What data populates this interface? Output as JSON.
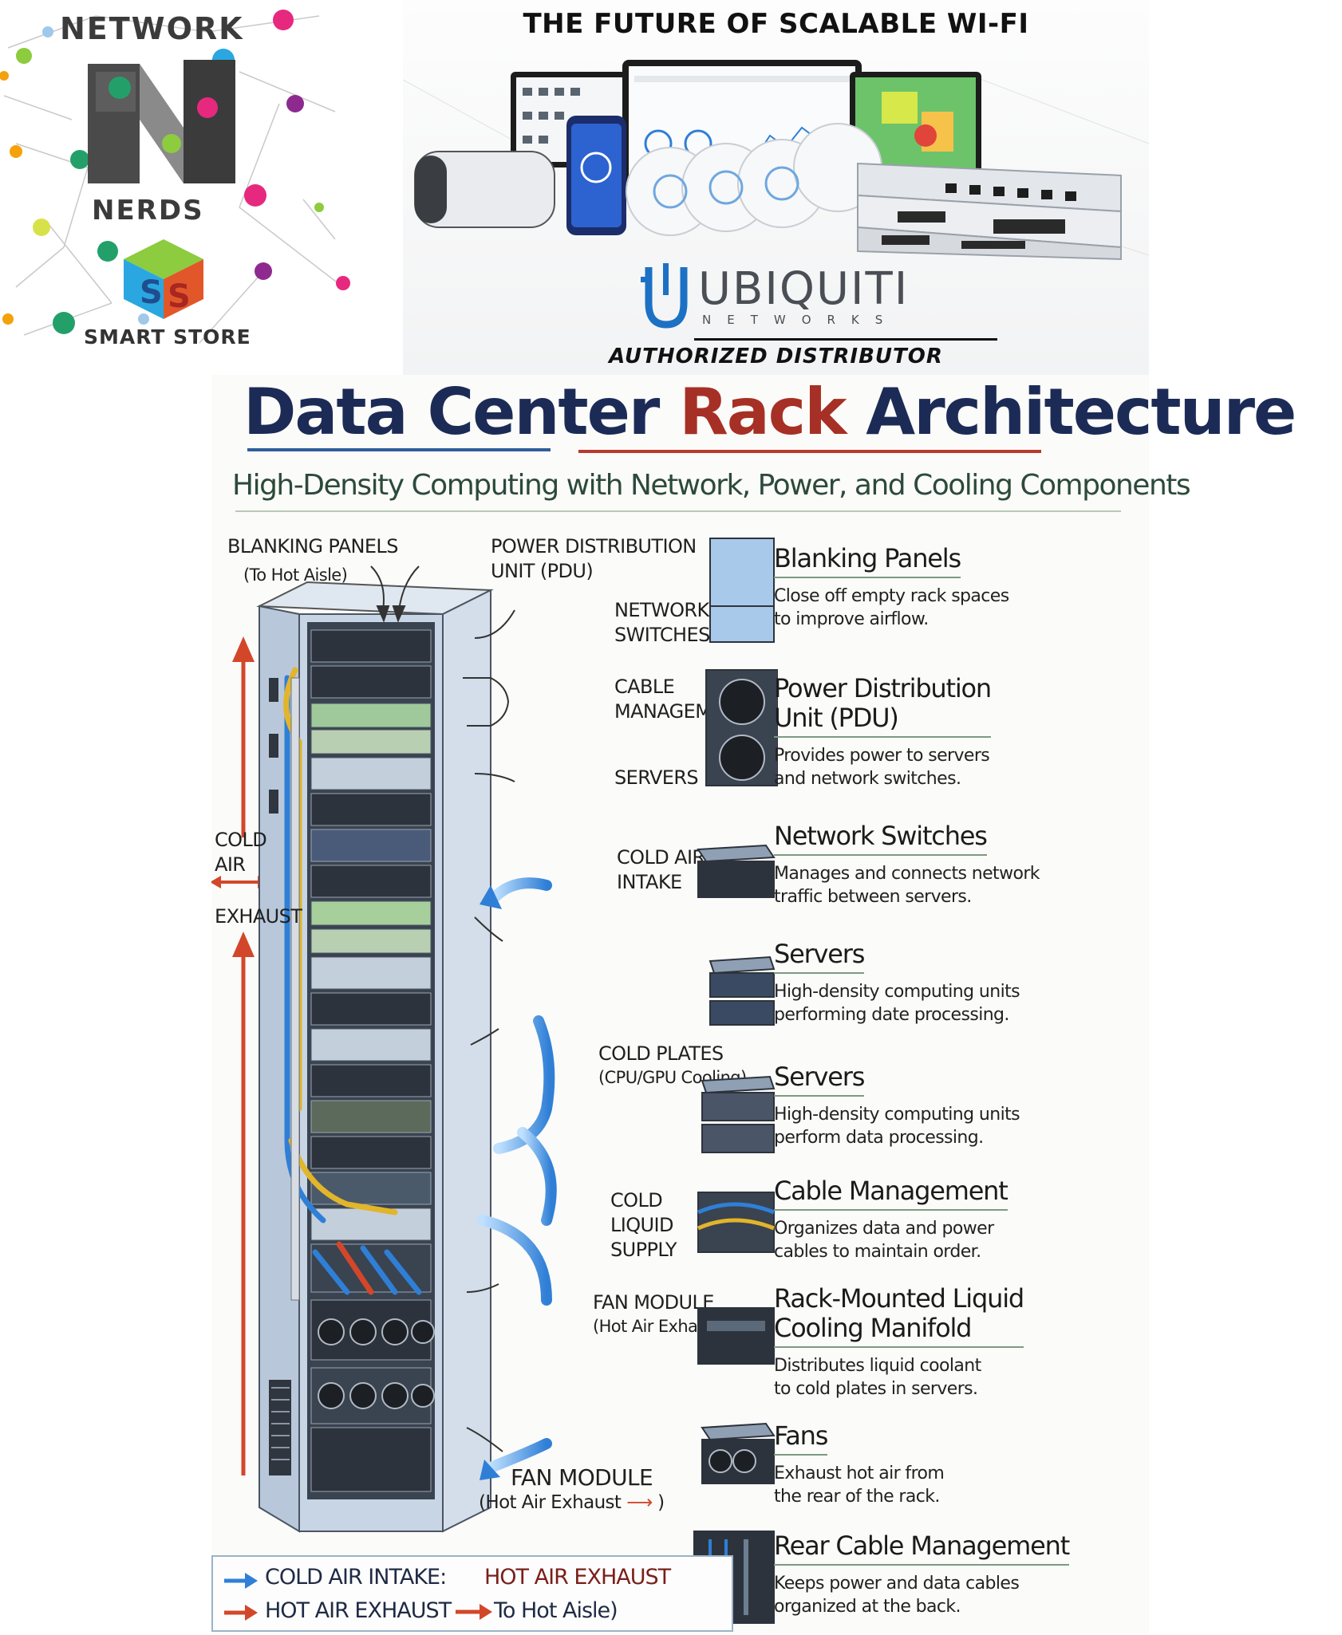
{
  "banner": {
    "logo_top": "NETWORK",
    "logo_middle": "NERDS",
    "logo_bottom": "SMART STORE",
    "promo_title": "THE FUTURE OF SCALABLE WI-FI",
    "brand_name": "UBIQUITI",
    "brand_sub": "NETWORKS",
    "distributor": "AUTHORIZED DISTRIBUTOR"
  },
  "infographic": {
    "title_part1": "Data Center",
    "title_part2": "Rack",
    "title_part3": "Architecture",
    "subtitle": "High-Density Computing with Network, Power, and Cooling Components",
    "callouts": {
      "blanking": "BLANKING PANELS",
      "blanking_sub": "(To Hot Aisle)",
      "pdu": "POWER DISTRIBUTION\nUNIT (PDU)",
      "switches": "NETWORK\nSWITCHES",
      "cable": "CABLE\nMANAGEMENT",
      "servers": "SERVERS",
      "cold_air_left": "COLD\nAIR",
      "exhaust_left": "EXHAUST",
      "cold_air_intake": "COLD AIR\nINTAKE",
      "cold_plates": "COLD PLATES",
      "cold_plates_sub": "(CPU/GPU Cooling)",
      "cold_liquid": "COLD\nLIQUID\nSUPPLY",
      "fan_module_1": "FAN MODULE",
      "fan_module_1_sub": "(Hot Air Exhaust)",
      "fan_module_2": "FAN MODULE",
      "fan_module_2_sub": "(Hot Air Exhaust",
      "fan_module_2_close": ")"
    },
    "legend": [
      {
        "title": "Blanking Panels",
        "desc": "Close off empty rack spaces\nto improve airflow."
      },
      {
        "title": "Power Distribution\nUnit (PDU)",
        "desc": "Provides power to servers\nand network switches."
      },
      {
        "title": "Network Switches",
        "desc": "Manages and connects network\ntraffic between servers."
      },
      {
        "title": "Servers",
        "desc": "High-density computing units\nperforming date processing."
      },
      {
        "title": "Servers",
        "desc": "High-density computing units\nperform data processing."
      },
      {
        "title": "Cable Management",
        "desc": "Organizes data and power\ncables to maintain order."
      },
      {
        "title": "Rack-Mounted Liquid\nCooling Manifold",
        "desc": "Distributes liquid coolant\nto cold plates in servers."
      },
      {
        "title": "Fans",
        "desc": "Exhaust hot air from\nthe rear of the rack."
      },
      {
        "title": "Rear Cable Management",
        "desc": "Keeps power and data cables\norganized at the back."
      }
    ],
    "key": {
      "cold_label": "COLD AIR INTAKE:",
      "hot_label_right": "HOT AIR EXHAUST",
      "hot_label": "HOT AIR EXHAUST",
      "to_hot_aisle": "To Hot Aisle)"
    }
  },
  "colors": {
    "title_navy": "#1c2b56",
    "title_red": "#a63025",
    "cold_blue": "#2f7fd6",
    "hot_red": "#d2472a",
    "rack_frame": "#8fa9c6"
  }
}
